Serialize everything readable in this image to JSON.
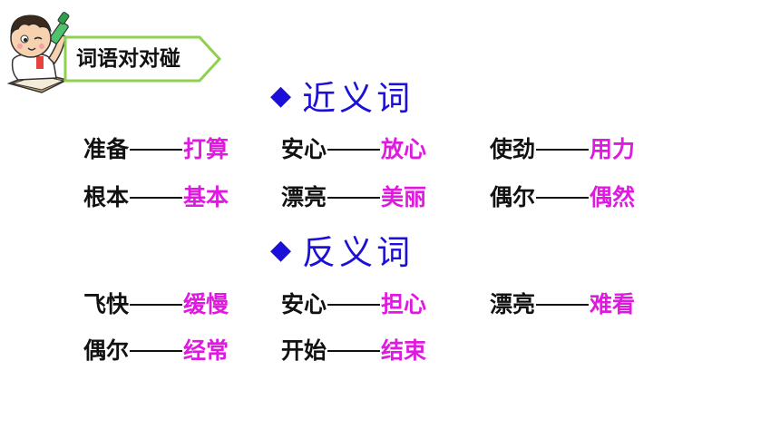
{
  "banner": {
    "label": "词语对对碰"
  },
  "sections": {
    "synonyms": {
      "title": "近义词",
      "pairs": [
        {
          "left": "准备",
          "right": "打算"
        },
        {
          "left": "安心",
          "right": "放心"
        },
        {
          "left": "使劲",
          "right": "用力"
        },
        {
          "left": "根本",
          "right": "基本"
        },
        {
          "left": "漂亮",
          "right": "美丽"
        },
        {
          "left": "偶尔",
          "right": "偶然"
        }
      ]
    },
    "antonyms": {
      "title": "反义词",
      "pairs": [
        {
          "left": "飞快",
          "right": "缓慢"
        },
        {
          "left": "安心",
          "right": "担心"
        },
        {
          "left": "漂亮",
          "right": "难看"
        },
        {
          "left": "偶尔",
          "right": "经常"
        },
        {
          "left": "开始",
          "right": "结束"
        }
      ]
    }
  },
  "colors": {
    "title_blue": "#1c10d8",
    "answer_magenta": "#e019e0",
    "banner_green": "#8fd14f",
    "text_black": "#111111"
  },
  "icons": {
    "diamond": "◆",
    "mascot": "boy-with-marker-icon"
  }
}
